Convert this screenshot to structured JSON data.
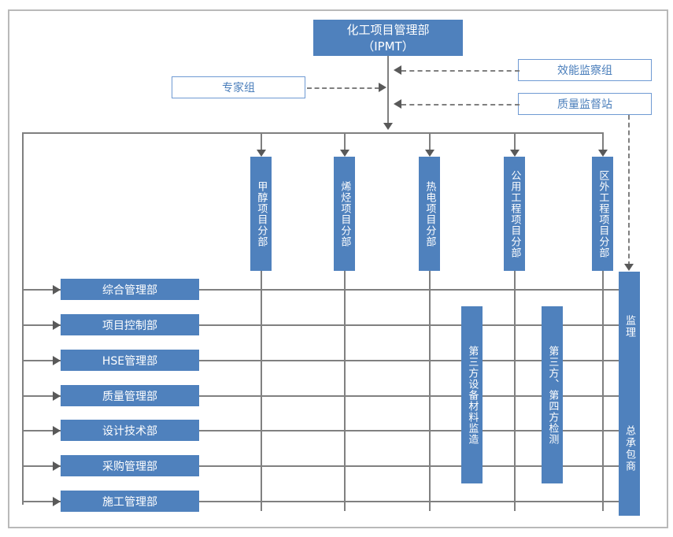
{
  "diagram": {
    "title_box": {
      "label": "化工项目管理部\n（IPMT）"
    },
    "left_advisor": {
      "label": "专家组"
    },
    "right_advisors": [
      {
        "label": "效能监察组"
      },
      {
        "label": "质量监督站"
      }
    ],
    "project_branches": [
      {
        "label": "甲醇项目分部"
      },
      {
        "label": "烯烃项目分部"
      },
      {
        "label": "热电项目分部"
      },
      {
        "label": "公用工程项目分部"
      },
      {
        "label": "区外工程项目分部"
      }
    ],
    "departments": [
      {
        "label": "综合管理部"
      },
      {
        "label": "项目控制部"
      },
      {
        "label": "HSE管理部"
      },
      {
        "label": "质量管理部"
      },
      {
        "label": "设计技术部"
      },
      {
        "label": "采购管理部"
      },
      {
        "label": "施工管理部"
      }
    ],
    "third_party": [
      {
        "label": "第三方设备材料监造"
      },
      {
        "label": "第三方、第四方检测"
      }
    ],
    "contractor_column": {
      "supervisor_label": "监理",
      "general_contractor_label": "总承包商"
    },
    "colors": {
      "fill_blue": "#4f81bd",
      "outline_blue": "#6f9ad3",
      "text_blue": "#4a7ebb",
      "line_gray": "#7f7f7f",
      "frame_gray": "#b9b9b9",
      "white": "#ffffff"
    }
  }
}
